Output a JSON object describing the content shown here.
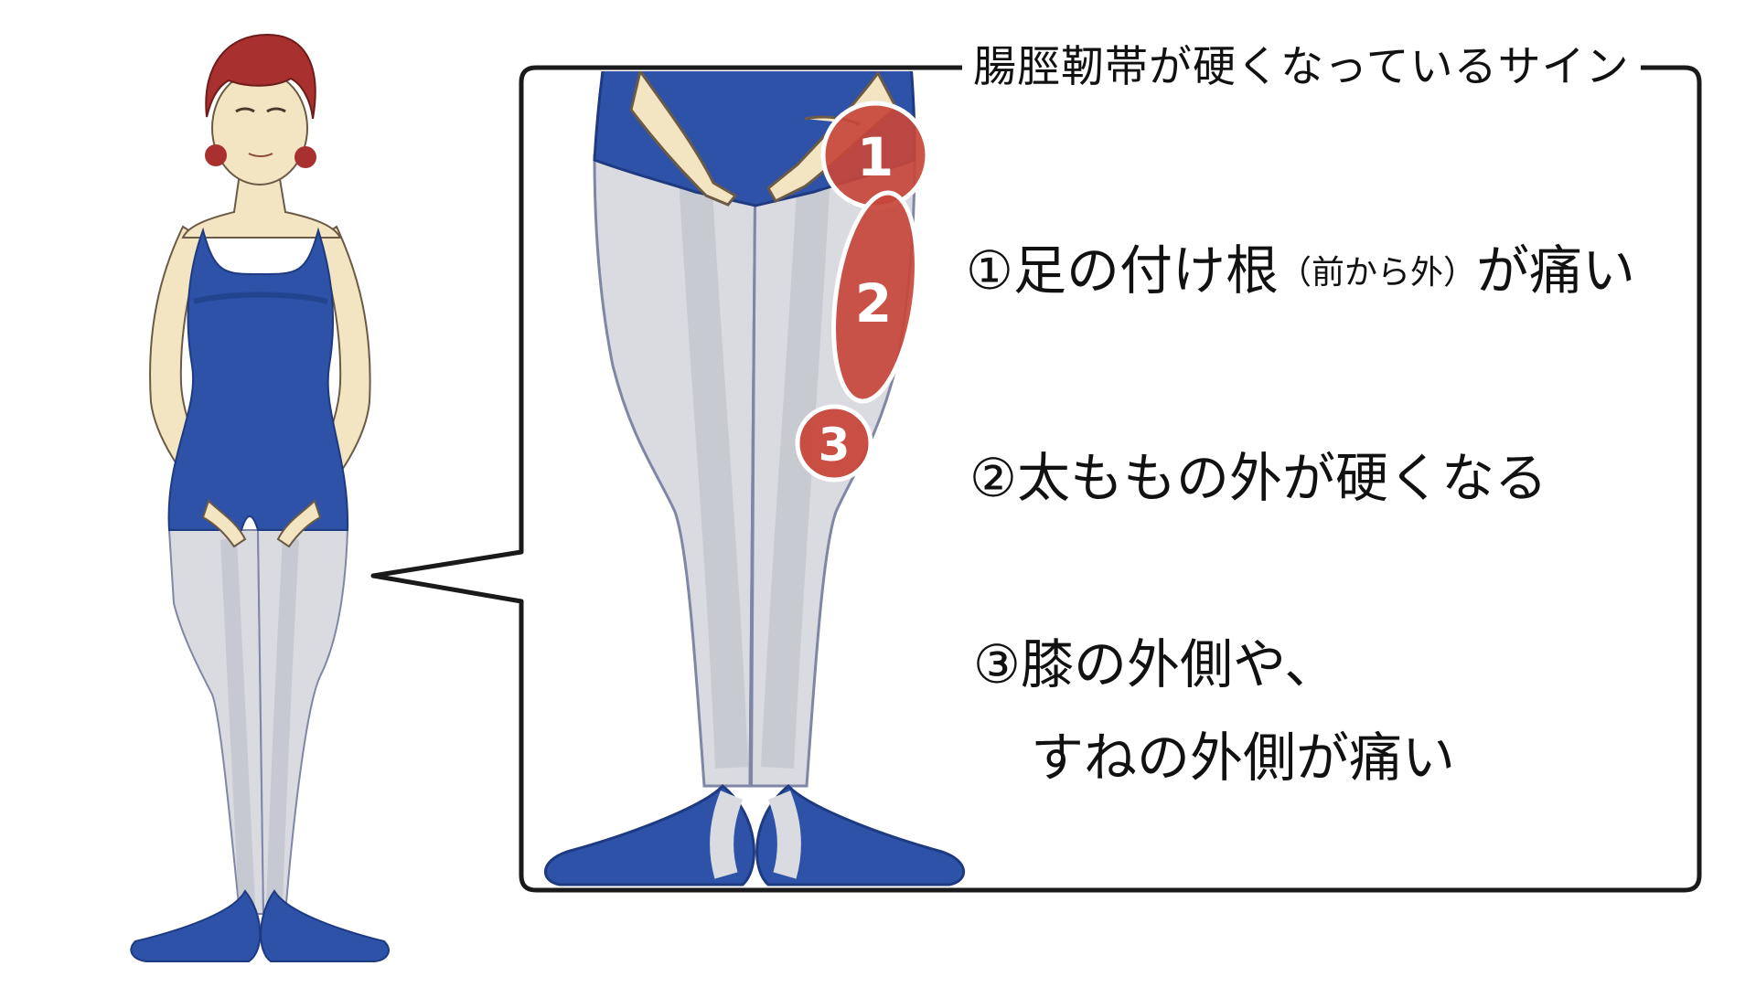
{
  "title": "腸脛靭帯が硬くなっているサイン",
  "signs": {
    "one": {
      "main": "①足の付け根",
      "note": "（前から外）",
      "tail": "が痛い"
    },
    "two": {
      "text": "②太ももの外が硬くなる"
    },
    "three": {
      "line1": "③膝の外側や、",
      "line2": "すねの外側が痛い"
    }
  },
  "markers": [
    "1",
    "2",
    "3"
  ],
  "colors": {
    "leotard": "#2e52a8",
    "tights": "#dadbe0",
    "skin": "#f3e5c2",
    "hair": "#a8302e",
    "marker": "#c8473b"
  }
}
